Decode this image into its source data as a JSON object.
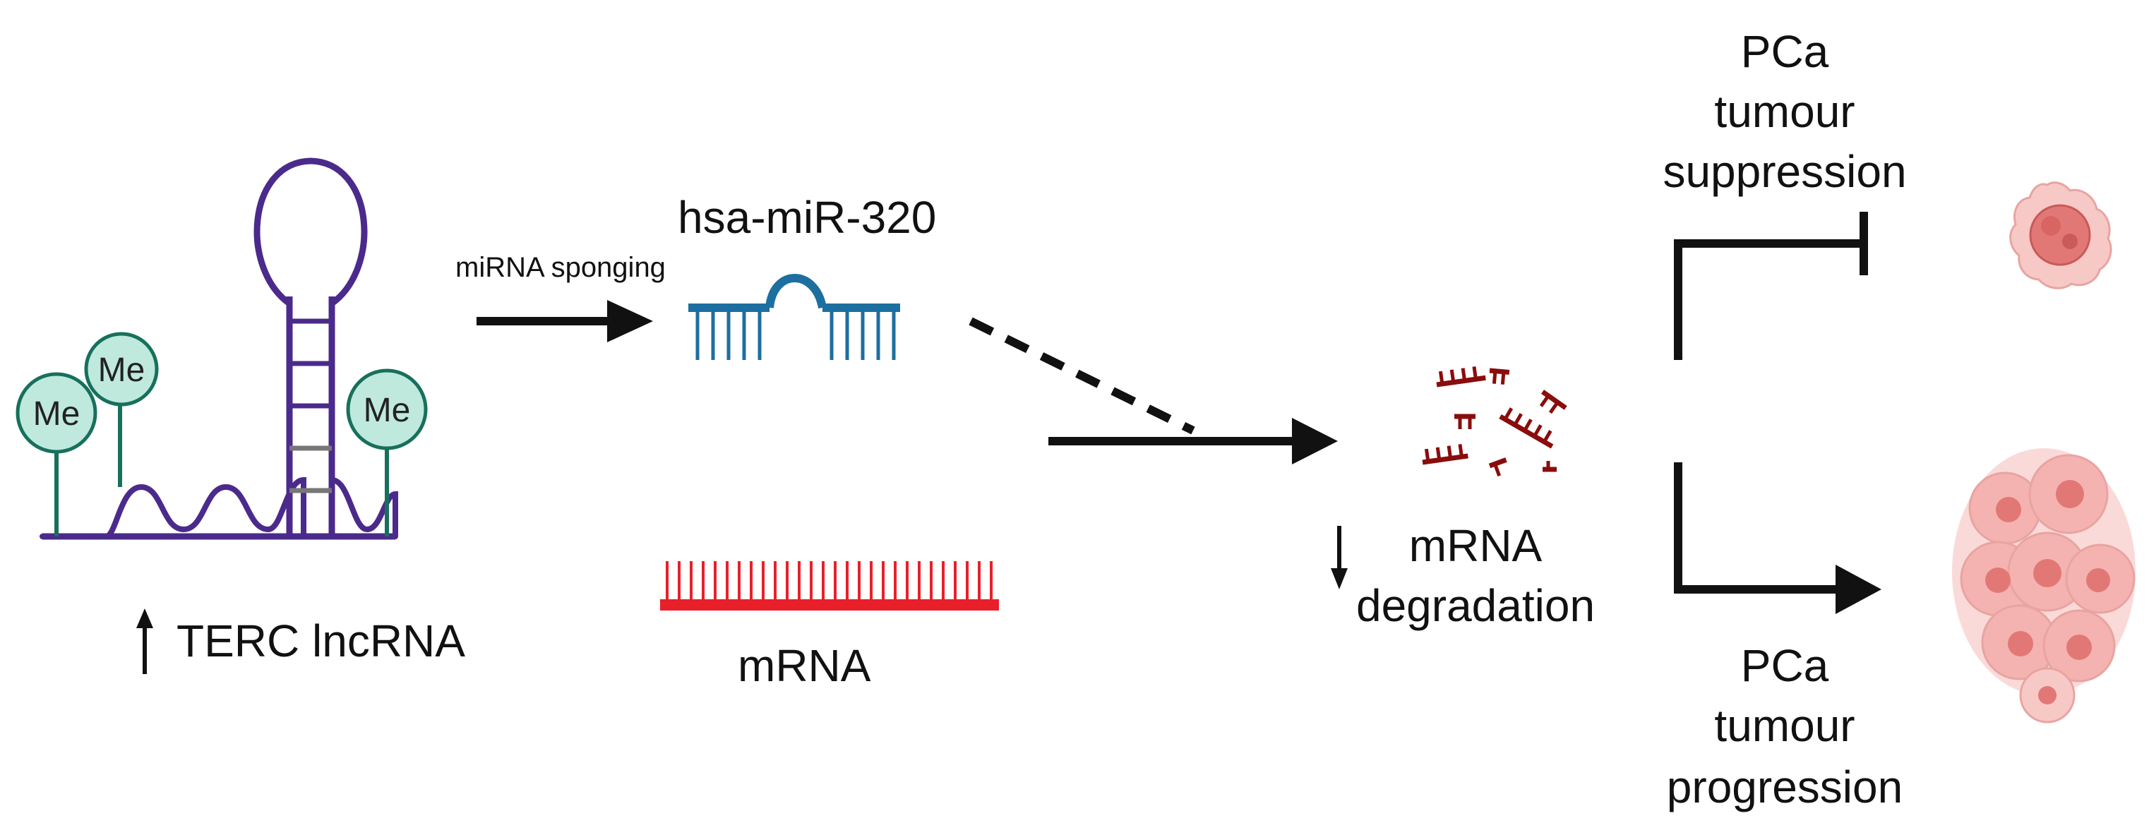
{
  "colors": {
    "lncrna": "#4b2a8c",
    "methyl_fill": "#bfe9dd",
    "methyl_stroke": "#17705c",
    "mirna": "#1d6fa0",
    "mrna": "#e8202a",
    "fragments": "#8a0c0c",
    "arrow": "#111111",
    "cell_light": "#f7c9c6",
    "cell_dark": "#e27876"
  },
  "lncrna": {
    "label": "TERC lncRNA",
    "methyl_marks": [
      "Me",
      "Me",
      "Me"
    ]
  },
  "sponging_label": "miRNA sponging",
  "mirna_label": "hsa-miR-320",
  "mrna_label": "mRNA",
  "degradation": {
    "line1": "mRNA",
    "line2": "degradation"
  },
  "suppression_label": [
    "PCa",
    "tumour",
    "suppression"
  ],
  "progression_label": [
    "PCa",
    "tumour",
    "progression"
  ],
  "icons": {
    "up_arrow": "up-arrow-icon",
    "down_arrow": "down-arrow-icon",
    "small_tumour_cell": "tumour-cell-icon",
    "cell_cluster": "tumour-cluster-icon"
  }
}
